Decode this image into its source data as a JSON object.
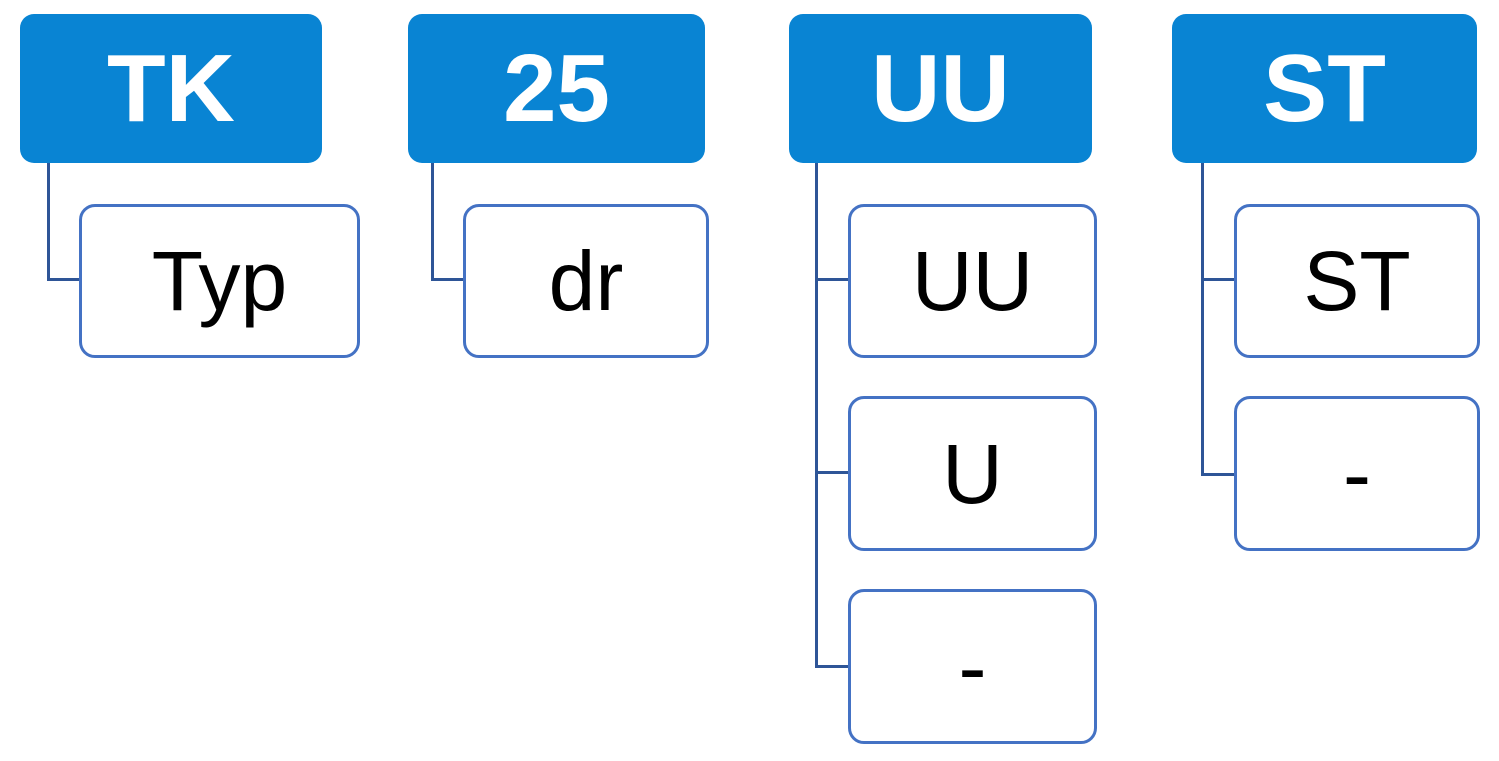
{
  "diagram": {
    "columns": [
      {
        "header": "TK",
        "children": [
          "Typ"
        ]
      },
      {
        "header": "25",
        "children": [
          "dr"
        ]
      },
      {
        "header": "UU",
        "children": [
          "UU",
          "U",
          "-"
        ]
      },
      {
        "header": "ST",
        "children": [
          "ST",
          "-"
        ]
      }
    ]
  },
  "colors": {
    "header_fill": "#0984d3",
    "header_text": "#ffffff",
    "child_border": "#4472c4",
    "child_text": "#000000",
    "connector": "#2e5597",
    "background": "#ffffff"
  }
}
